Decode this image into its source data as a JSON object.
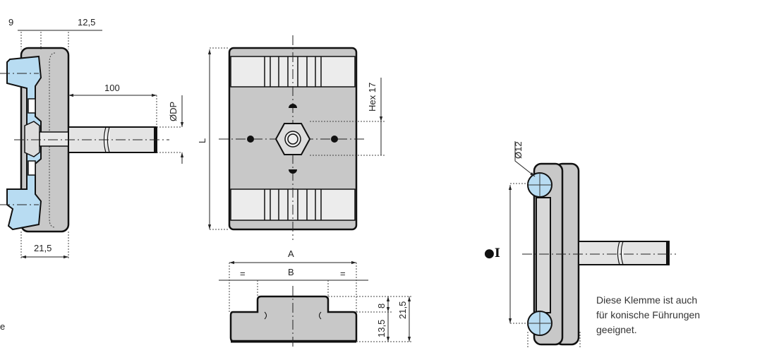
{
  "left_view": {
    "dim_9": "9",
    "dim_12_5": "12,5",
    "dim_100": "100",
    "dim_dp": "ØDP",
    "dim_21_5": "21,5",
    "dim_l": "L",
    "cut_text": "e"
  },
  "top_view": {
    "dim_hex": "Hex 17"
  },
  "section_view": {
    "dim_a": "A",
    "dim_b": "B",
    "eq_left": "=",
    "eq_right": "=",
    "dim_8": "8",
    "dim_13_5": "13,5",
    "dim_21_5": "21,5"
  },
  "right_view": {
    "dim_ball": "Ø12",
    "dim_i": "●I",
    "note_lines": [
      "Diese Klemme ist auch",
      "für konische Führungen",
      "geeignet."
    ]
  },
  "colors": {
    "body": "#c8c8c8",
    "clip": "#b8dcf2"
  }
}
